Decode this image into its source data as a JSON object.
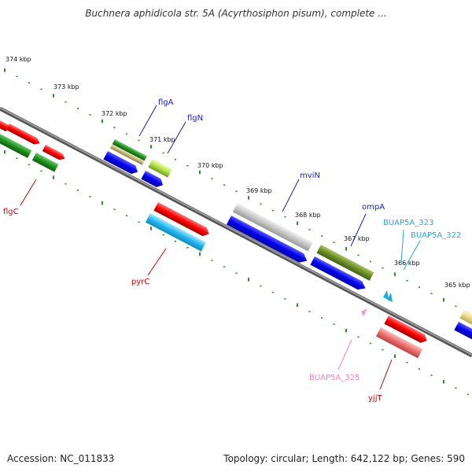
{
  "title": "Buchnera aphidicola str. 5A (Acyrthosiphon pisum), complete ...",
  "footer": {
    "accession": "Accession: NC_011833",
    "summary": "Topology: circular; Length: 642,122 bp; Genes: 590"
  },
  "scale_labels": [
    "374 kbp",
    "373 kbp",
    "372 kbp",
    "371 kbp",
    "370 kbp",
    "369 kbp",
    "368 kbp",
    "367 kbp",
    "366 kbp",
    "365 kbp"
  ],
  "gene_labels": {
    "flgA": "flgA",
    "flgN": "flgN",
    "mviN": "mviN",
    "ompA": "ompA",
    "BUAP5A_323": "BUAP5A_323",
    "BUAP5A_322": "BUAP5A_322",
    "flgC": "flgC",
    "pyrC": "pyrC",
    "BUAP5A_325": "BUAP5A_325",
    "yjjT": "yjjT"
  },
  "colors": {
    "backbone": "#7a7a7a",
    "scale_dots": "#2e8b2e",
    "label_blue": "#1a1acc",
    "label_cyan": "#22aadd",
    "label_red": "#cc0000",
    "label_pink": "#ee88bb"
  }
}
